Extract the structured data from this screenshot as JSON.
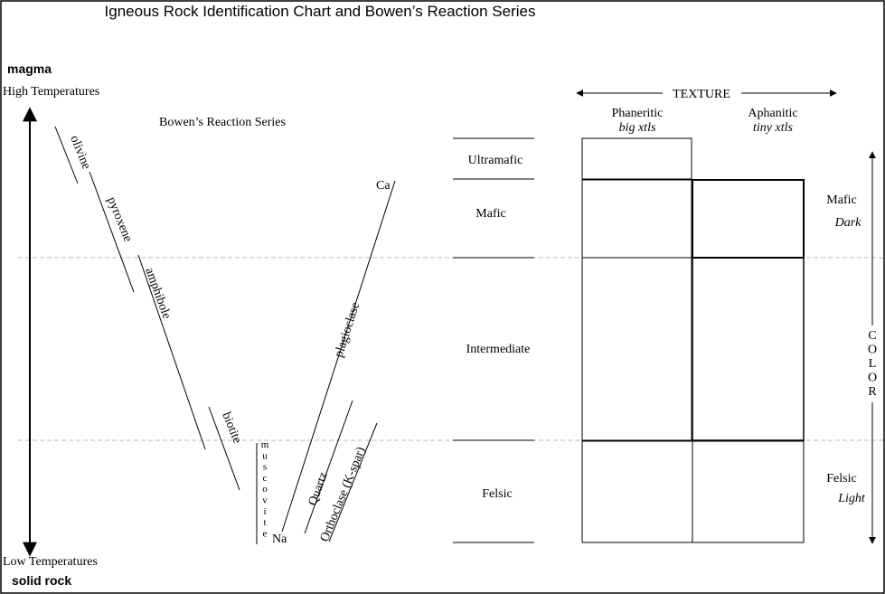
{
  "title": "Igneous Rock Identification Chart and Bowen’s Reaction Series",
  "left_axis": {
    "top_label": "magma",
    "top_sublabel": "High Temperatures",
    "bottom_sublabel": "Low Temperatures",
    "bottom_label": "solid rock"
  },
  "bowen": {
    "heading": "Bowen’s Reaction Series",
    "discontinuous": [
      "olivine",
      "pyroxene",
      "amphibole",
      "biotite"
    ],
    "muscovite": "muscovite",
    "continuous": "plagioclase",
    "ca_label": "Ca",
    "na_label": "Na",
    "quartz": "Quartz",
    "orthoclase": "Orthoclase (K-spar)"
  },
  "compositions": [
    "Ultramafic",
    "Mafic",
    "Intermediate",
    "Felsic"
  ],
  "texture": {
    "heading": "TEXTURE",
    "phaneritic": "Phaneritic",
    "phaneritic_note": "big xtls",
    "aphanitic": "Aphanitic",
    "aphanitic_note": "tiny xtls"
  },
  "color": {
    "heading": "COLOR",
    "mafic": "Mafic",
    "mafic_note": "Dark",
    "felsic": "Felsic",
    "felsic_note": "Light"
  }
}
